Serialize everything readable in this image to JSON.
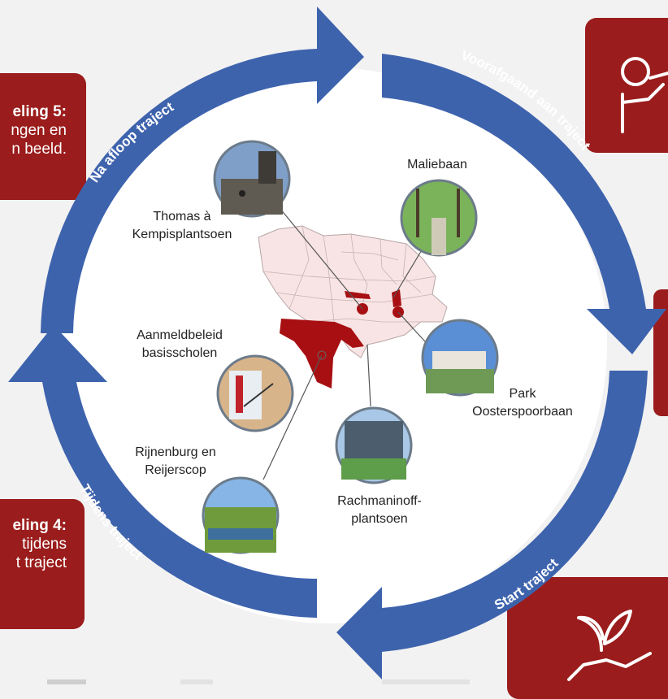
{
  "phase_labels": {
    "top_left": "Na afloop traject",
    "top_right": "Voorafgaand aan traject",
    "bottom_right": "Start traject",
    "bottom_left": "Tijdens traject"
  },
  "panels": {
    "left_top": {
      "heading": "eling 5:",
      "line1": "ngen  en",
      "line2": "n beeld."
    },
    "left_bottom": {
      "heading": "eling 4:",
      "line1": "tijdens",
      "line2": "t traject"
    }
  },
  "locations": [
    {
      "id": "maliebaan",
      "lines": [
        "Maliebaan"
      ]
    },
    {
      "id": "thomas",
      "lines": [
        "Thomas à",
        "Kempisplantsoen"
      ]
    },
    {
      "id": "aanmeld",
      "lines": [
        "Aanmeldbeleid",
        "basisscholen"
      ]
    },
    {
      "id": "park",
      "lines": [
        "Park",
        "Oosterspoorbaan"
      ]
    },
    {
      "id": "rijnenburg",
      "lines": [
        "Rijnenburg en",
        "Reijerscop"
      ]
    },
    {
      "id": "rachmaninoff",
      "lines": [
        "Rachmaninoff-",
        "plantsoen"
      ]
    }
  ],
  "icons": {
    "top_right": "presenter-icon",
    "right_middle": "panel-edge",
    "bottom_right": "hand-plant-icon"
  },
  "colors": {
    "arrow_blue": "#3e63ad",
    "panel_red": "#9b1c1c",
    "map_fill": "#f8e4e4",
    "map_highlight": "#a80f12"
  }
}
